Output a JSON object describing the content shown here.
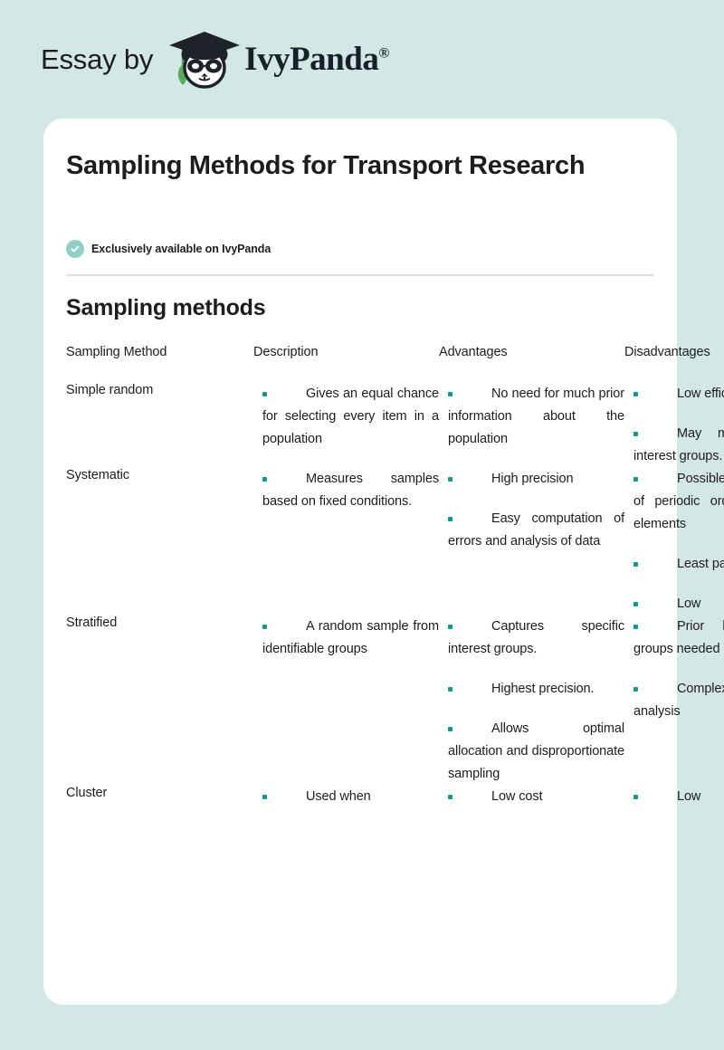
{
  "brand": {
    "prefix_label": "Essay by",
    "logo_icon": "panda-graduate-logo",
    "wordmark": "IvyPanda",
    "registered_mark": "®",
    "colors": {
      "page_background": "#d3e7e5",
      "card_background": "#ffffff",
      "accent_teal": "#8ecec7",
      "bullet_teal": "#17958a",
      "text": "#1d1d1d",
      "divider": "#dcdcdc"
    }
  },
  "document": {
    "title": "Sampling Methods for Transport Research",
    "exclusive_badge": {
      "icon": "check-circle-icon",
      "label": "Exclusively available on IvyPanda"
    },
    "section_heading": "Sampling methods"
  },
  "table": {
    "headers": [
      "Sampling Method",
      "Description",
      "Advantages",
      "Disadvantages"
    ],
    "rows": [
      {
        "method": "Simple random",
        "description": [
          "Gives an equal chance for selecting every item in a population"
        ],
        "advantages": [
          "No need for much prior information about the population"
        ],
        "disadvantages": [
          "Low efficiency.",
          "May miss particular interest groups."
        ]
      },
      {
        "method": "Systematic",
        "description": [
          "Measures samples based on fixed conditions."
        ],
        "advantages": [
          "High precision",
          "Easy computation of errors and analysis of data"
        ],
        "disadvantages": [
          "Possible bias because of periodic order of sample elements",
          "Least particular interest",
          "Low"
        ]
      },
      {
        "method": "Stratified",
        "description": [
          "A random sample from identifiable groups"
        ],
        "advantages": [
          "Captures specific interest groups.",
          "Highest precision.",
          "Allows optimal allocation and disproportionate sampling"
        ],
        "disadvantages": [
          "Prior knowledge of groups needed",
          "Complexity in data analysis"
        ]
      },
      {
        "method": "Cluster",
        "description": [
          "Used when"
        ],
        "advantages": [
          "Low cost"
        ],
        "disadvantages": [
          "Low"
        ]
      }
    ]
  }
}
